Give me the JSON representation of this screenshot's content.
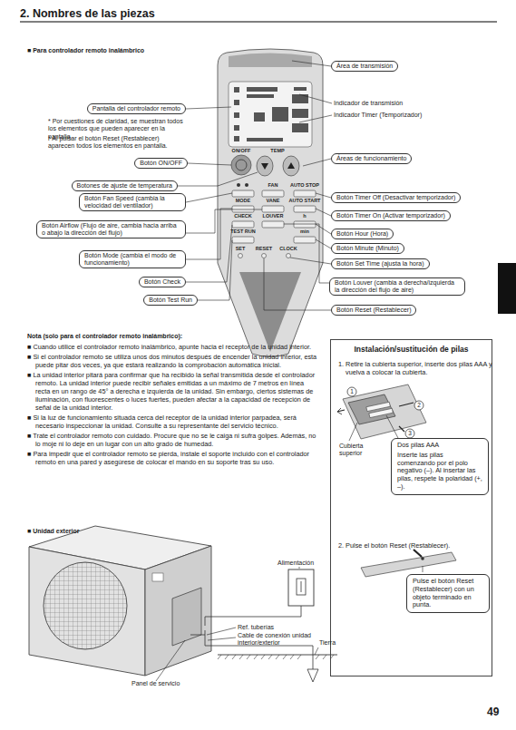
{
  "diagram": {
    "title": "2. Nombres de las piezas",
    "nodes": [
      {
        "text": [
          "Área de transmisión"
        ]
      },
      {
        "text": [
          "Pantalla del controlador remoto"
        ]
      },
      {
        "text": [
          "Áreas de funcionamiento"
        ]
      },
      {
        "text": [
          "Botón ON/OFF"
        ]
      },
      {
        "text": [
          "Botones de ajuste de temperatura"
        ]
      },
      {
        "text": [
          "Botón Fan Speed (cambia la velocidad del ventilador)"
        ]
      },
      {
        "text": [
          "Botón Timer Off (Desactivar temporizador)"
        ]
      },
      {
        "text": [
          "Botón Timer On (Activar temporizador)"
        ]
      },
      {
        "text": [
          "Botón Airflow (Flujo de aire, cambia hacia arriba o abajo la dirección del flujo)"
        ]
      },
      {
        "text": [
          "Botón Hour (Hora)"
        ]
      },
      {
        "text": [
          "Botón Minute (Minuto)"
        ]
      },
      {
        "text": [
          "Botón Mode (cambia el modo de funcionamiento)"
        ]
      },
      {
        "text": [
          "Botón Set Time (ajusta la hora)"
        ]
      },
      {
        "text": [
          "Botón Check"
        ]
      },
      {
        "text": [
          "Botón Louver (cambia a derecha/izquierda la dirección del flujo de aire)"
        ]
      },
      {
        "text": [
          "Botón Test Run"
        ]
      },
      {
        "text": [
          "Botón Reset (Restablecer)"
        ]
      },
      {
        "text": [
          "Instalación/sustitución de pilas",
          "1. Retire la cubierta superior, inserte dos pilas AAA y vuelva a colocar la cubierta.",
          "2. Pulse el botón Reset (Restablecer)."
        ]
      },
      {
        "text": [
          "Dos pilas AAA",
          "Inserte las pilas comenzando por el polo negativo (–). Al insertar las pilas, respete la polaridad (+, –)."
        ],
        "in": 17
      },
      {
        "text": [
          "Pulse el botón Reset (Restablecer) con un objeto terminado en punta."
        ],
        "in": 17
      }
    ],
    "labels": [
      "■ Para controlador remoto inalámbrico",
      "* Por cuestiones de claridad, se muestran todos los elementos que pueden aparecer en la pantalla.",
      "* Al pulsar el botón Reset (Restablecer) aparecen todos los elementos en pantalla.",
      "Indicador de transmisión",
      "Indicador Timer (Temporizador)",
      "ON/OFF",
      "TEMP",
      "FAN",
      "AUTO STOP",
      "MODE",
      "VANE",
      "AUTO START",
      "CHECK",
      "LOUVER",
      "h",
      "TEST RUN",
      "min",
      "SET",
      "RESET",
      "CLOCK",
      "Nota (solo para el controlador remoto inalámbrico):",
      "■ Cuando utilice el controlador remoto inalámbrico, apunte hacia el receptor de la unidad interior.",
      "■ Si el controlador remoto se utiliza unos dos minutos después de encender la unidad interior, esta puede pitar dos veces, ya que estará realizando la comprobación automática inicial.",
      "■ La unidad interior pitará para confirmar que ha recibido la señal transmitida desde el controlador remoto. La unidad interior puede recibir señales emitidas a un máximo de 7 metros en línea recta en un rango de 45° a derecha e izquierda de la unidad. Sin embargo, ciertos sistemas de iluminación, con fluorescentes o luces fuertes, pueden afectar a la capacidad de recepción de señal de la unidad interior.",
      "■ Si la luz de funcionamiento situada cerca del receptor de la unidad interior parpadea, será necesario inspeccionar la unidad. Consulte a su representante del servicio técnico.",
      "■ Trate el controlador remoto con cuidado. Procure que no se le caiga ni sufra golpes. Además, no lo moje ni lo deje en un lugar con un alto grado de humedad.",
      "■ Para impedir que el controlador remoto se pierda, instale el soporte incluido con el controlador remoto en una pared y asegúrese de colocar el mando en su soporte tras su uso.",
      "■ Unidad exterior",
      "Alimentación",
      "Ref. tuberías",
      "Cable de conexión unidad interior/exterior",
      "Tierra",
      "Panel de servicio",
      "1",
      "2",
      "3",
      "Cubierta superior",
      "49"
    ]
  }
}
